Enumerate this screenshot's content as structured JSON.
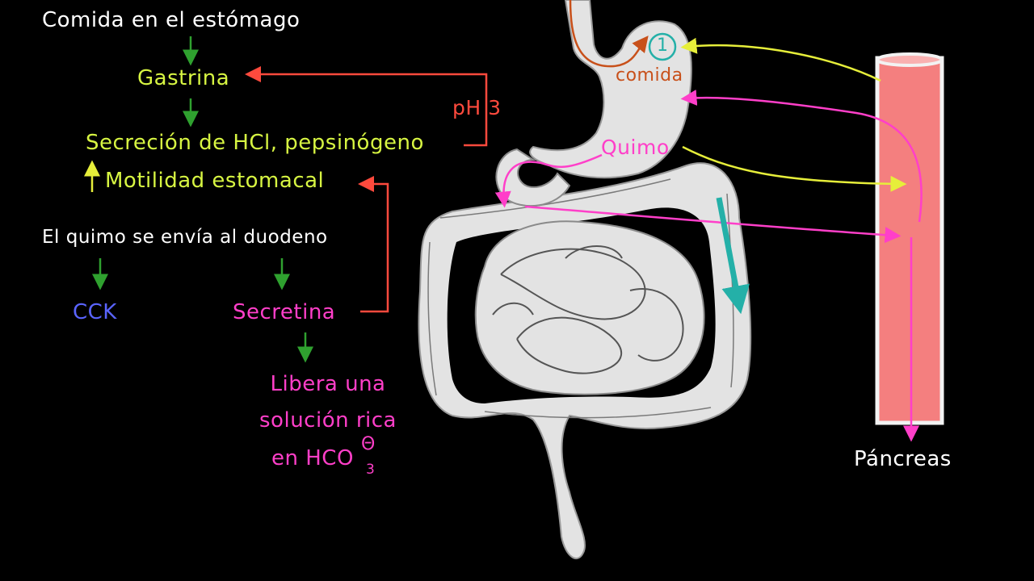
{
  "colors": {
    "background": "#000000",
    "white": "#ffffff",
    "yellow_green": "#d7f542",
    "green": "#2fa12f",
    "red": "#ff4a3d",
    "blue": "#5a64ff",
    "magenta": "#ff3fc9",
    "teal": "#24b0a8",
    "orange": "#c8501a",
    "yellow": "#e6ee3a",
    "organ_fill": "#e3e3e3",
    "pancreas_fill": "#f47f7f"
  },
  "labels": {
    "food_in_stomach": "Comida en el estómago",
    "gastrin": "Gastrina",
    "hcl_secretion": "Secreción de HCl, pepsinógeno",
    "gastric_motility": "Motilidad estomacal",
    "ph": "pH 3",
    "chyme_sent": "El quimo se envía al duodeno",
    "cck": "CCK",
    "secretin": "Secretina",
    "releases_line1": "Libera una",
    "releases_line2": "solución rica",
    "releases_line3": "en HCO",
    "bicarb_superscript": "Θ",
    "bicarb_subscript": "3",
    "step_number": "1",
    "food": "comida",
    "chyme": "Quimo",
    "pancreas": "Páncreas"
  }
}
